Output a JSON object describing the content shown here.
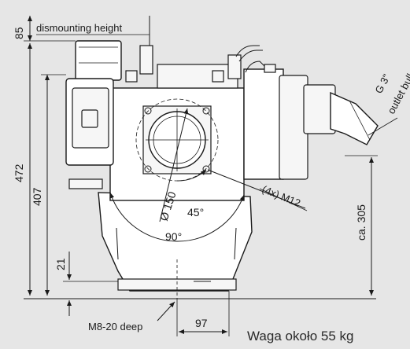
{
  "dimensions": {
    "d85": "85",
    "d472": "472",
    "d407": "407",
    "d21": "21",
    "d97": "97",
    "d305": "ca. 305",
    "d150": "Ø 150",
    "a45": "45°",
    "a90": "90°"
  },
  "labels": {
    "dismounting": "dismounting height",
    "bolts": "(4x) M12",
    "thread": "M8-20 deep",
    "g3": "G 3\"",
    "outlet": "outlet bulk"
  },
  "note": "Waga około 55 kg",
  "colors": {
    "background": "#e6e6e6",
    "line": "#1a1a1a"
  }
}
